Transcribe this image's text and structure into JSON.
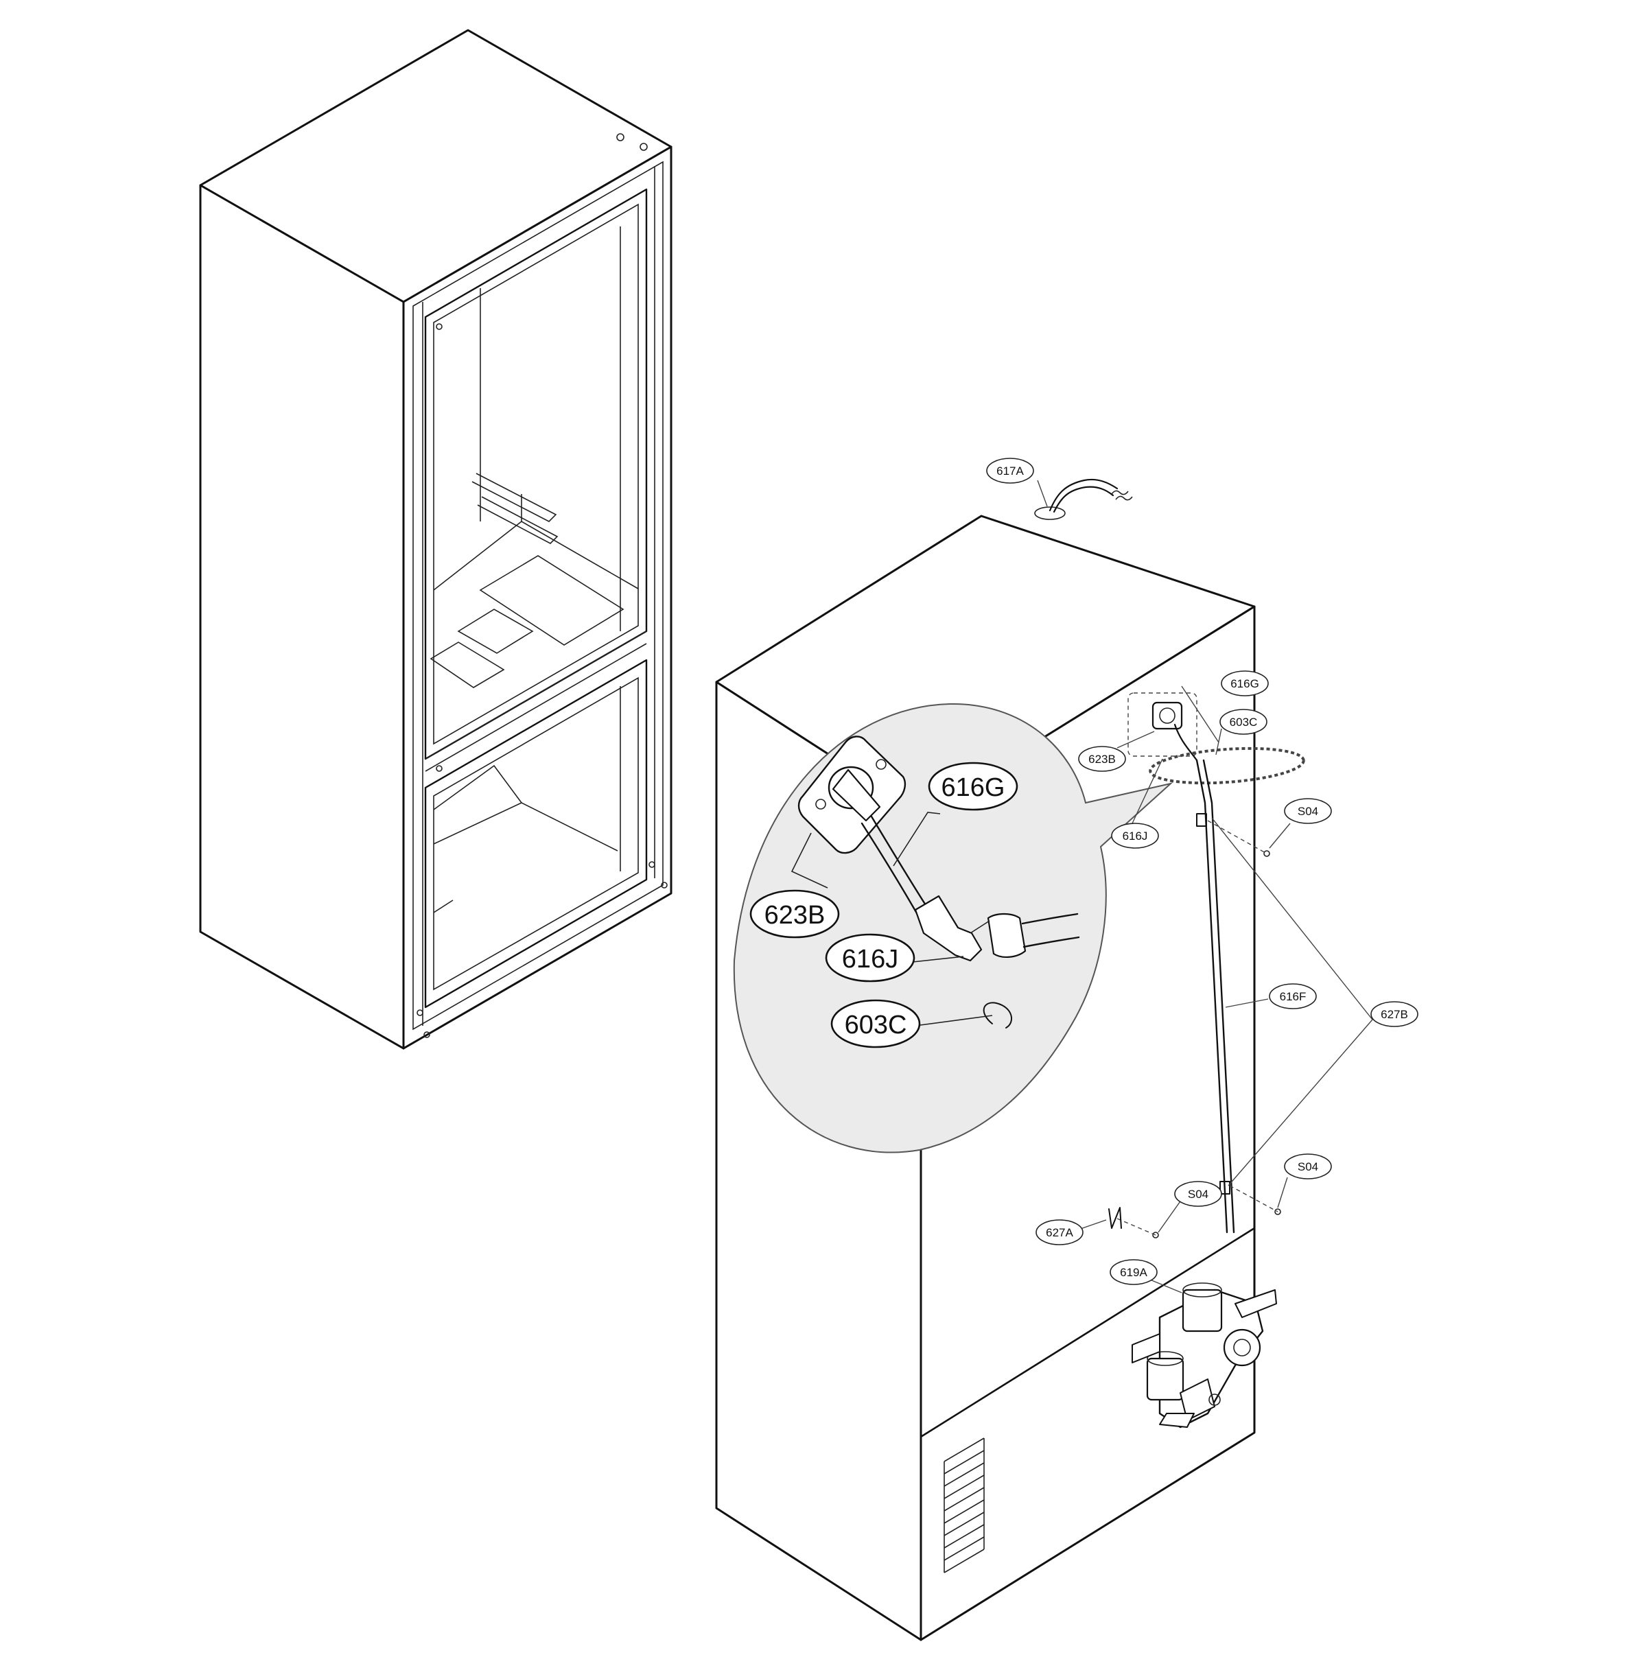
{
  "callouts_small": {
    "c617A": "617A",
    "c616G": "616G",
    "c603C": "603C",
    "c623B": "623B",
    "c616J": "616J",
    "cS04a": "S04",
    "c616F": "616F",
    "c627B": "627B",
    "cS04b": "S04",
    "cS04c": "S04",
    "c627A": "627A",
    "c619A": "619A"
  },
  "callouts_detail": {
    "c616G": "616G",
    "c623B": "623B",
    "c616J": "616J",
    "c603C": "603C"
  },
  "colors": {
    "line": "#111111",
    "detail_fill": "#ebebeb",
    "background": "#ffffff"
  }
}
